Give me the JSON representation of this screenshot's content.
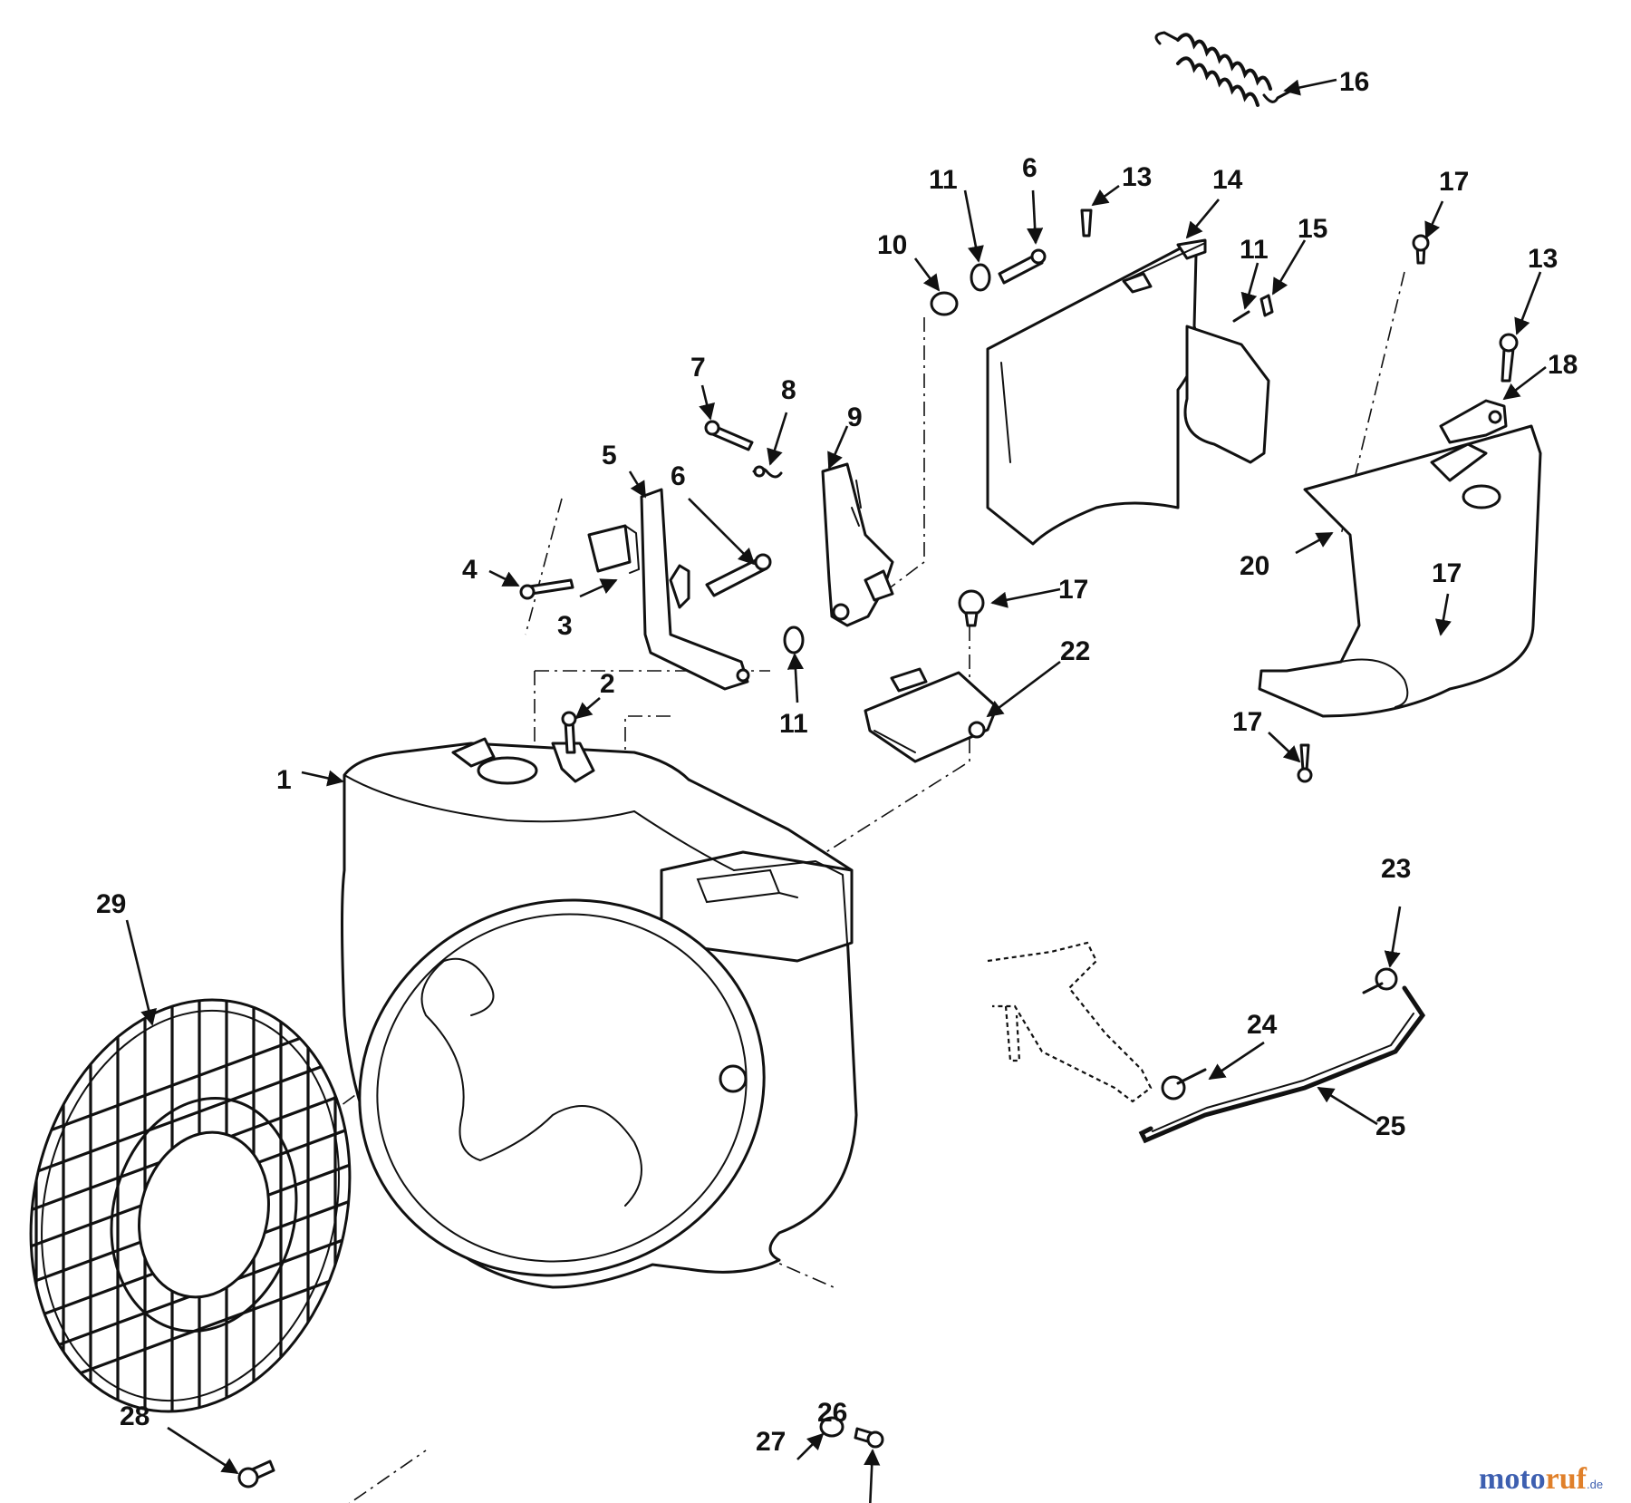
{
  "figure": {
    "labels": [
      {
        "id": "l1",
        "text": "1"
      },
      {
        "id": "l2",
        "text": "2"
      },
      {
        "id": "l3",
        "text": "3"
      },
      {
        "id": "l4",
        "text": "4"
      },
      {
        "id": "l5",
        "text": "5"
      },
      {
        "id": "l6a",
        "text": "6"
      },
      {
        "id": "l6b",
        "text": "6"
      },
      {
        "id": "l7",
        "text": "7"
      },
      {
        "id": "l8",
        "text": "8"
      },
      {
        "id": "l9",
        "text": "9"
      },
      {
        "id": "l10",
        "text": "10"
      },
      {
        "id": "l11a",
        "text": "11"
      },
      {
        "id": "l11b",
        "text": "11"
      },
      {
        "id": "l11c",
        "text": "11"
      },
      {
        "id": "l13a",
        "text": "13"
      },
      {
        "id": "l13b",
        "text": "13"
      },
      {
        "id": "l14",
        "text": "14"
      },
      {
        "id": "l15",
        "text": "15"
      },
      {
        "id": "l16",
        "text": "16"
      },
      {
        "id": "l17a",
        "text": "17"
      },
      {
        "id": "l17b",
        "text": "17"
      },
      {
        "id": "l17c",
        "text": "17"
      },
      {
        "id": "l17d",
        "text": "17"
      },
      {
        "id": "l18",
        "text": "18"
      },
      {
        "id": "l20",
        "text": "20"
      },
      {
        "id": "l22",
        "text": "22"
      },
      {
        "id": "l23",
        "text": "23"
      },
      {
        "id": "l24",
        "text": "24"
      },
      {
        "id": "l25",
        "text": "25"
      },
      {
        "id": "l26",
        "text": "26"
      },
      {
        "id": "l27",
        "text": "27"
      },
      {
        "id": "l28",
        "text": "28"
      },
      {
        "id": "l29",
        "text": "29"
      }
    ]
  },
  "watermark": {
    "part1": "moto",
    "part2": "ruf",
    "suffix": ".de"
  },
  "colors": {
    "ink": "#111111",
    "background": "#ffffff",
    "watermark_blue": "#3d5fb0",
    "watermark_orange": "#e0802a"
  }
}
